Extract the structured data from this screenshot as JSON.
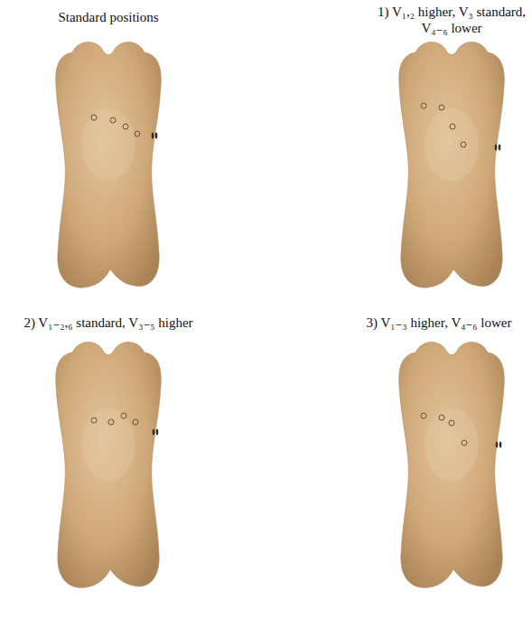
{
  "diagram": {
    "labels": [
      "Standard positions",
      "1) V₁,₂ higher, V₃ standard, V₄₋₆ lower",
      "2) V₁₋₂,₆ standard, V₃₋₅ higher",
      "3) V₁₋₃ higher, V₄₋₆ lower"
    ]
  }
}
